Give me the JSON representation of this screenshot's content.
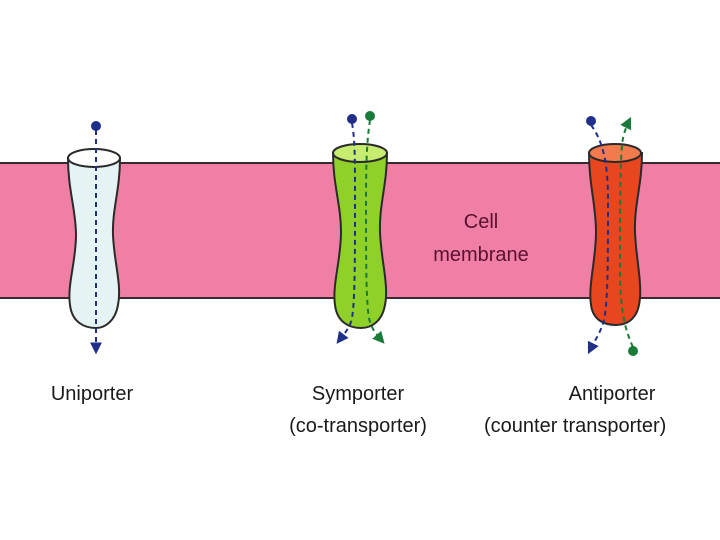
{
  "membrane": {
    "label_line1": "Cell",
    "label_line2": "membrane",
    "color": "#f07fa6",
    "edge_color": "#3c2a30"
  },
  "transporters": [
    {
      "name": "Uniporter",
      "subtitle": "",
      "color": "#e6f3f5",
      "top_color": "#ffffff"
    },
    {
      "name": "Symporter",
      "subtitle": "(co-transporter)",
      "color": "#8fd129",
      "top_color": "#c6ec70"
    },
    {
      "name": "Antiporter",
      "subtitle": "(counter transporter)",
      "color": "#e8461e",
      "top_color": "#f27a4c"
    }
  ],
  "colors": {
    "blue_molecule": "#1f2f8a",
    "green_molecule": "#1a7a3a",
    "outline": "#2a2a2a"
  }
}
